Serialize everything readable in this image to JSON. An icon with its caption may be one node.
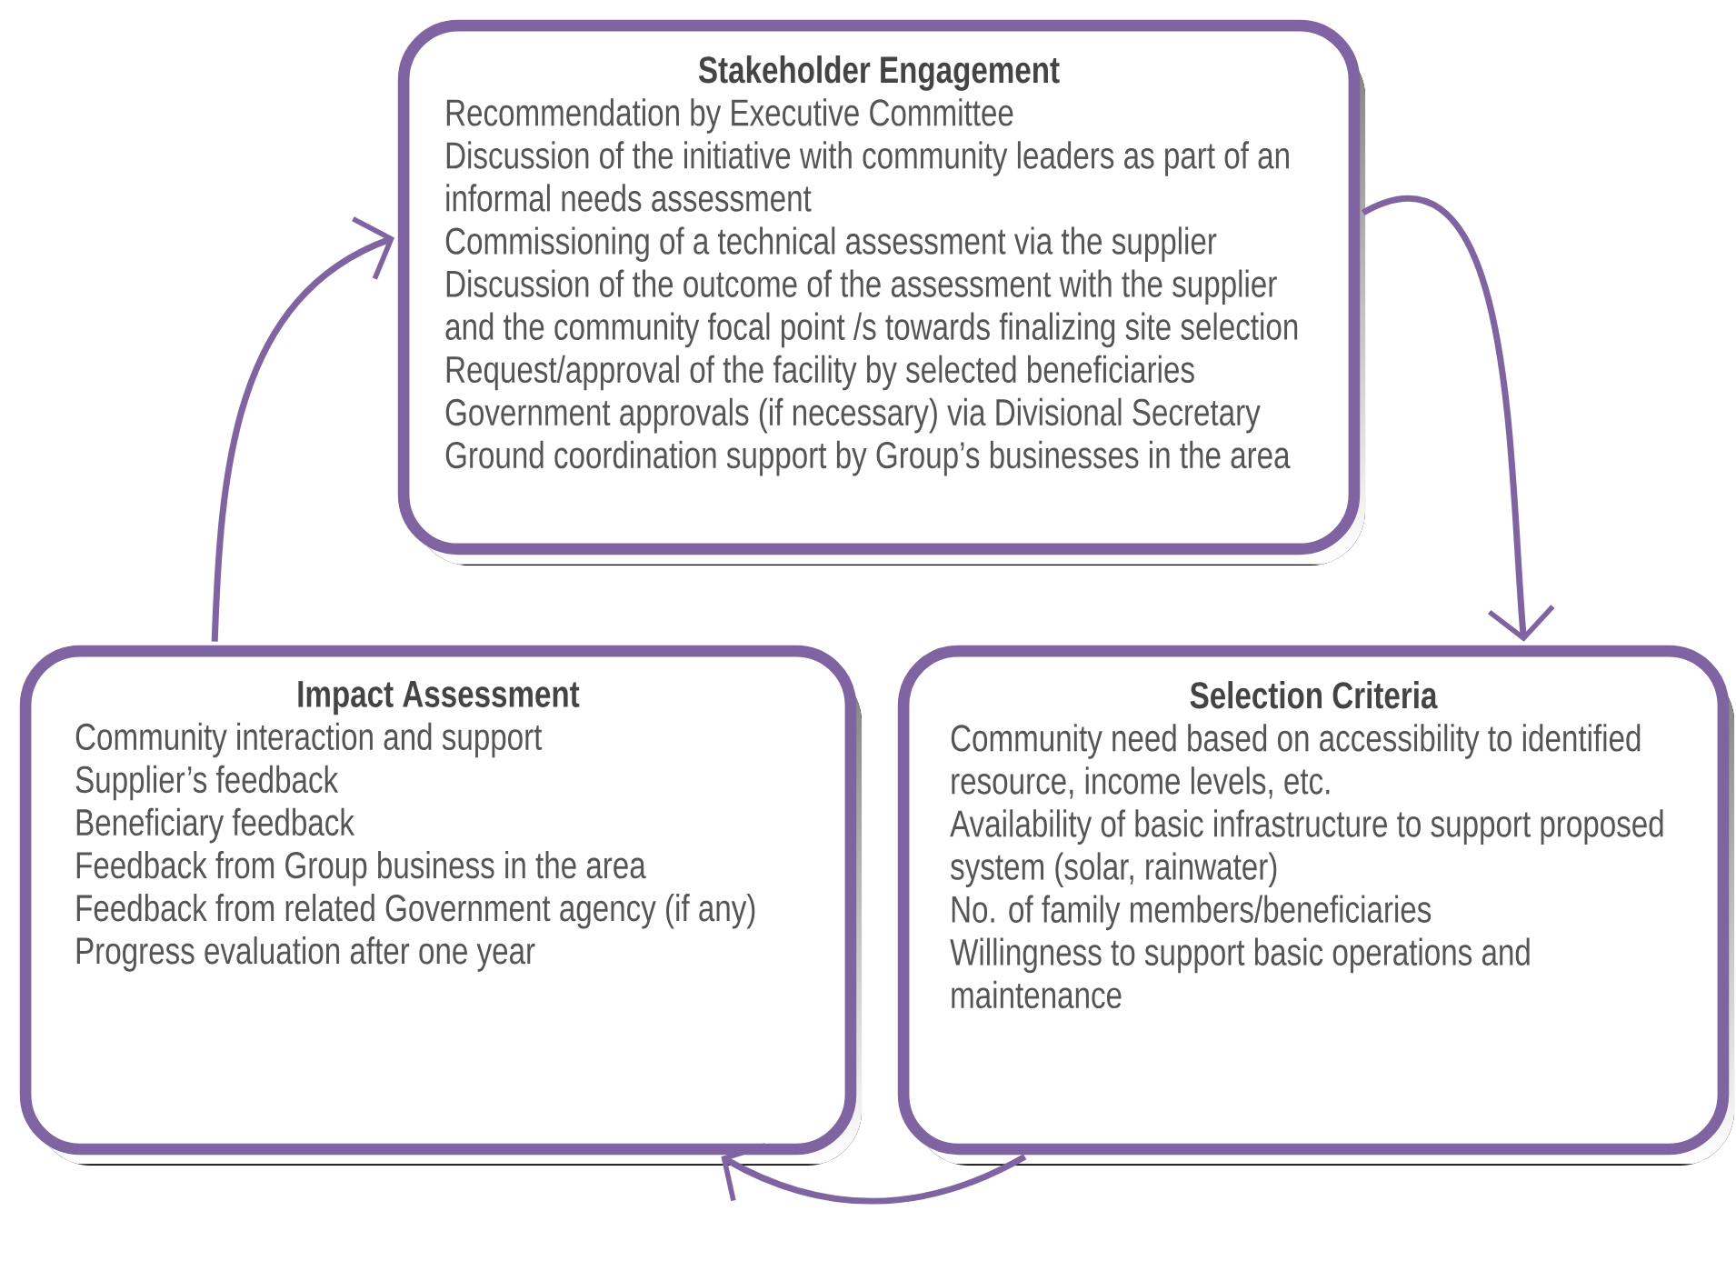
{
  "diagram": {
    "nodes": [
      {
        "text": [
          "Stakeholder Engagement",
          "Recommendation by Executive Committee",
          "Discussion of the initiative with community leaders as part of an informal needs assessment",
          "Commissioning of a technical assessment  via the supplier",
          "Discussion of the outcome of the assessment with the supplier and the community focal point /s towards finalizing site selection",
          "Request/approval of the facility by selected beneficiaries",
          "Government approvals (if necessary) via Divisional Secretary",
          "Ground coordination support by Group’s businesses in the area"
        ]
      },
      {
        "text": [
          "Impact Assessment",
          "Community interaction and support",
          "Supplier’s feedback",
          "Beneficiary feedback",
          "Feedback from Group business in the area",
          "Feedback from related Government agency (if any)",
          "Progress evaluation after one year"
        ]
      },
      {
        "text": [
          "Selection Criteria",
          "Community need based on accessibility to identified resource, income levels, etc.",
          "Availability of basic infrastructure to support proposed system (solar, rainwater)",
          "No. of family members/beneficiaries",
          "Willingness to support basic operations and maintenance"
        ]
      }
    ],
    "edges": [
      {
        "from": 0,
        "to": 2,
        "arrow": "to"
      },
      {
        "from": 2,
        "to": 1,
        "arrow": "to"
      },
      {
        "from": 1,
        "to": 0,
        "arrow": "to"
      }
    ]
  }
}
